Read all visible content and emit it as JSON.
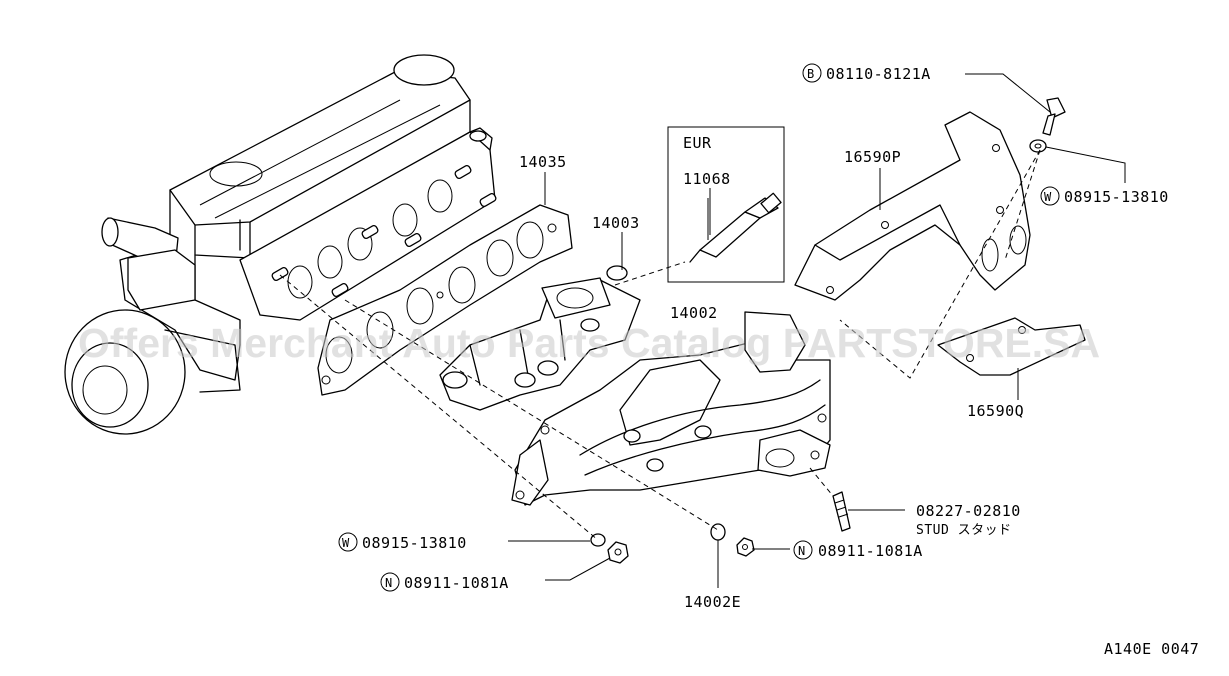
{
  "watermark": "Offers Merchant Auto Parts Catalog PARTSTORE.SA",
  "inset_label": "EUR",
  "figure_code": "A140E 0047",
  "parts": {
    "p14035": "14035",
    "p14003": "14003",
    "p11068": "11068",
    "p14002": "14002",
    "p16590P": "16590P",
    "p16590Q": "16590Q",
    "p14002E": "14002E",
    "bolt": {
      "prefix": "B",
      "number": "08110-8121A"
    },
    "washer_right": {
      "prefix": "W",
      "number": "08915-13810"
    },
    "washer_left": {
      "prefix": "W",
      "number": "08915-13810"
    },
    "nut_left": {
      "prefix": "N",
      "number": "08911-1081A"
    },
    "nut_right": {
      "prefix": "N",
      "number": "08911-1081A"
    },
    "stud": {
      "number": "08227-02810",
      "desc": "STUD スタッド"
    }
  }
}
